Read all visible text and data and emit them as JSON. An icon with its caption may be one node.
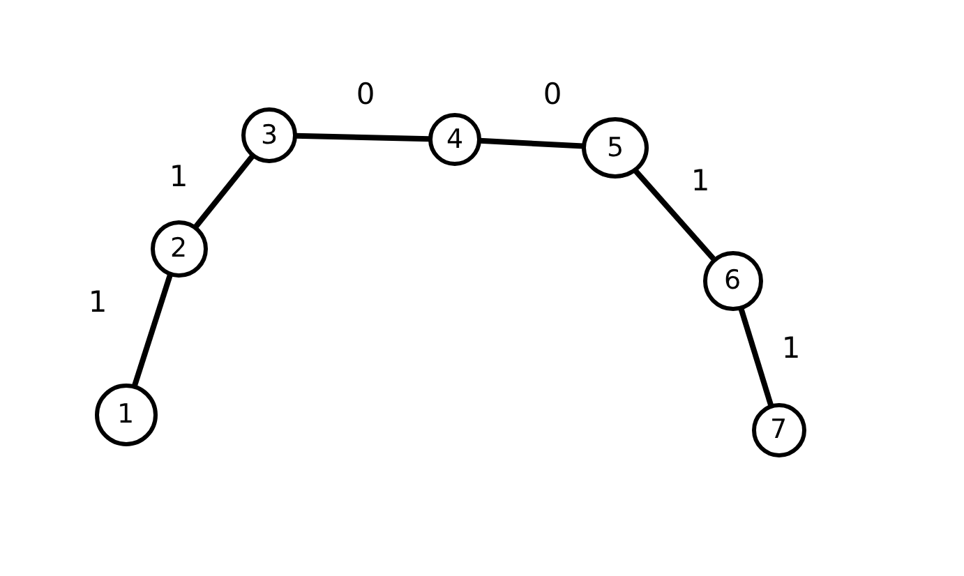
{
  "diagram": {
    "nodes": [
      {
        "text": [
          "1"
        ]
      },
      {
        "text": [
          "2"
        ]
      },
      {
        "text": [
          "3"
        ]
      },
      {
        "text": [
          "4"
        ]
      },
      {
        "text": [
          "5"
        ]
      },
      {
        "text": [
          "6"
        ]
      },
      {
        "text": [
          "7"
        ]
      }
    ],
    "edges": [
      {
        "from": 0,
        "to": 1,
        "arrow": "none",
        "label": "1"
      },
      {
        "from": 1,
        "to": 2,
        "arrow": "none",
        "label": "1"
      },
      {
        "from": 2,
        "to": 3,
        "arrow": "none",
        "label": "0"
      },
      {
        "from": 3,
        "to": 4,
        "arrow": "none",
        "label": "0"
      },
      {
        "from": 4,
        "to": 5,
        "arrow": "none",
        "label": "1"
      },
      {
        "from": 5,
        "to": 6,
        "arrow": "none",
        "label": "1"
      }
    ]
  }
}
